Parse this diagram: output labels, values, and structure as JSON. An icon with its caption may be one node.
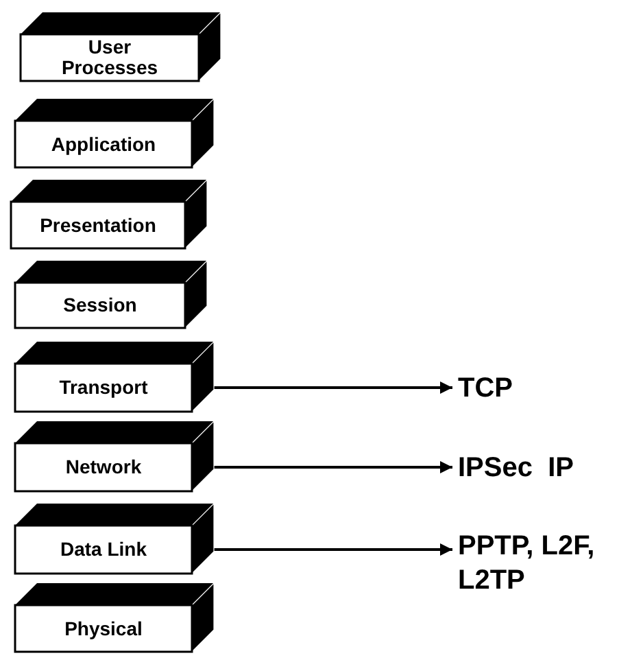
{
  "diagram": {
    "nodes": [
      {
        "text": [
          "User Processes"
        ]
      },
      {
        "text": [
          "Application"
        ]
      },
      {
        "text": [
          "Presentation"
        ]
      },
      {
        "text": [
          "Session"
        ]
      },
      {
        "text": [
          "Transport"
        ]
      },
      {
        "text": [
          "Network"
        ]
      },
      {
        "text": [
          "Data Link"
        ]
      },
      {
        "text": [
          "Physical"
        ]
      },
      {
        "text": [
          "TCP"
        ]
      },
      {
        "text": [
          "IPSec  IP"
        ]
      },
      {
        "text": [
          "PPTP, L2F, L2TP"
        ]
      }
    ],
    "edges": [
      {
        "from": 4,
        "to": 8,
        "arrow": "to"
      },
      {
        "from": 5,
        "to": 9,
        "arrow": "to"
      },
      {
        "from": 6,
        "to": 10,
        "arrow": "to"
      }
    ]
  }
}
